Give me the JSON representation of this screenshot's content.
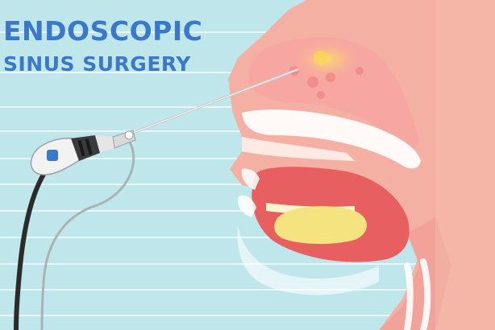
{
  "title": {
    "line1": "ENDOSCOPIC",
    "line2": "SINUS SURGERY"
  },
  "colors": {
    "background": "#bfe6ea",
    "title": "#3a78c9",
    "skin": "#f5b0a4",
    "mouth": "#e85f5f",
    "tongue": "#f4e37f",
    "sinus_highlight": "#f7c65a",
    "endoscope_cable": "#2b2b2b"
  },
  "illustration": {
    "subject": "head-profile-cutaway",
    "instrument": "endoscope-camera"
  }
}
